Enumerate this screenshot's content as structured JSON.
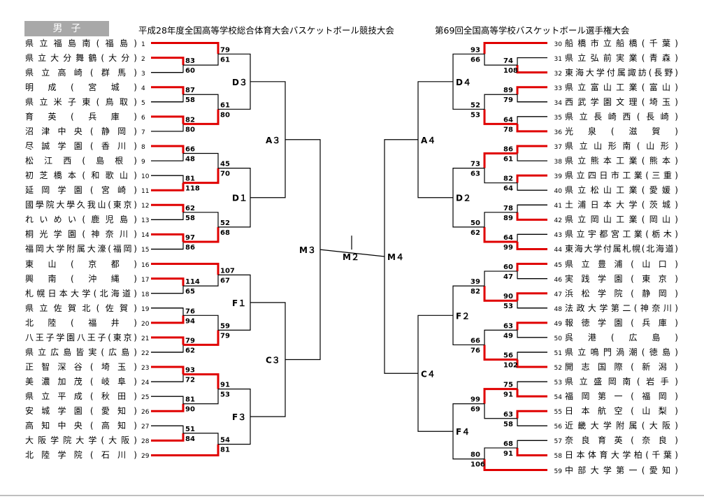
{
  "header": {
    "label": "男子",
    "title_left": "平成28年度全国高等学校総合体育大会バスケットボール競技大会",
    "title_right": "第69回全国高等学校バスケットボール選手権大会"
  },
  "colors": {
    "winner": "#e00000",
    "line": "#000000"
  },
  "left_teams": [
    {
      "num": "1",
      "name": "県立福島南(福島)"
    },
    {
      "num": "2",
      "name": "県立大分舞鶴(大分)"
    },
    {
      "num": "3",
      "name": "県立高崎(群馬)"
    },
    {
      "num": "4",
      "name": "明成(宮城)"
    },
    {
      "num": "5",
      "name": "県立米子東(鳥取)"
    },
    {
      "num": "6",
      "name": "育英(兵庫)"
    },
    {
      "num": "7",
      "name": "沼津中央(静岡)"
    },
    {
      "num": "8",
      "name": "尽誠学園(香川)"
    },
    {
      "num": "9",
      "name": "松江西(島根)"
    },
    {
      "num": "10",
      "name": "初芝橋本(和歌山)"
    },
    {
      "num": "11",
      "name": "延岡学園(宮崎)"
    },
    {
      "num": "12",
      "name": "國學院大學久我山(東京)"
    },
    {
      "num": "13",
      "name": "れいめい(鹿児島)"
    },
    {
      "num": "14",
      "name": "桐光学園(神奈川)"
    },
    {
      "num": "15",
      "name": "福岡大学附属大濠(福岡)"
    },
    {
      "num": "16",
      "name": "東山(京都)"
    },
    {
      "num": "17",
      "name": "興南(沖縄)"
    },
    {
      "num": "18",
      "name": "札幌日本大学(北海道)"
    },
    {
      "num": "19",
      "name": "県立佐賀北(佐賀)"
    },
    {
      "num": "20",
      "name": "北陸(福井)"
    },
    {
      "num": "21",
      "name": "八王子学園八王子(東京)"
    },
    {
      "num": "22",
      "name": "県立広島皆実(広島)"
    },
    {
      "num": "23",
      "name": "正智深谷(埼玉)"
    },
    {
      "num": "24",
      "name": "美濃加茂(岐阜)"
    },
    {
      "num": "25",
      "name": "県立平成(秋田)"
    },
    {
      "num": "26",
      "name": "安城学園(愛知)"
    },
    {
      "num": "27",
      "name": "高知中央(高知)"
    },
    {
      "num": "28",
      "name": "大阪学院大学(大阪)"
    },
    {
      "num": "29",
      "name": "北陸学院(石川)"
    }
  ],
  "right_teams": [
    {
      "num": "30",
      "name": "船橋市立船橋(千葉)"
    },
    {
      "num": "31",
      "name": "県立弘前実業(青森)"
    },
    {
      "num": "32",
      "name": "東海大学付属諏訪(長野)"
    },
    {
      "num": "33",
      "name": "県立富山工業(富山)"
    },
    {
      "num": "34",
      "name": "西武学園文理(埼玉)"
    },
    {
      "num": "35",
      "name": "県立長崎西(長崎)"
    },
    {
      "num": "36",
      "name": "光泉(滋賀)"
    },
    {
      "num": "37",
      "name": "県立山形南(山形)"
    },
    {
      "num": "38",
      "name": "県立熊本工業(熊本)"
    },
    {
      "num": "39",
      "name": "県立四日市工業(三重)"
    },
    {
      "num": "40",
      "name": "県立松山工業(愛媛)"
    },
    {
      "num": "41",
      "name": "土浦日本大学(茨城)"
    },
    {
      "num": "42",
      "name": "県立岡山工業(岡山)"
    },
    {
      "num": "43",
      "name": "県立宇都宮工業(栃木)"
    },
    {
      "num": "44",
      "name": "東海大学付属札幌(北海道)"
    },
    {
      "num": "45",
      "name": "県立豊浦(山口)"
    },
    {
      "num": "46",
      "name": "実践学園(東京)"
    },
    {
      "num": "47",
      "name": "浜松学院(静岡)"
    },
    {
      "num": "48",
      "name": "法政大学第二(神奈川)"
    },
    {
      "num": "49",
      "name": "報徳学園(兵庫)"
    },
    {
      "num": "50",
      "name": "呉港(広島)"
    },
    {
      "num": "51",
      "name": "県立鳴門渦潮(徳島)"
    },
    {
      "num": "52",
      "name": "開志国際(新潟)"
    },
    {
      "num": "53",
      "name": "県立盛岡南(岩手)"
    },
    {
      "num": "54",
      "name": "福岡第一(福岡)"
    },
    {
      "num": "55",
      "name": "日本航空(山梨)"
    },
    {
      "num": "56",
      "name": "近畿大学附属(大阪)"
    },
    {
      "num": "57",
      "name": "奈良育英(奈良)"
    },
    {
      "num": "58",
      "name": "日本体育大学柏(千葉)"
    },
    {
      "num": "59",
      "name": "中部大学第一(愛知)"
    }
  ],
  "round_labels": {
    "D3": "D３",
    "D1": "D１",
    "F1": "F１",
    "F3": "F３",
    "A3": "A３",
    "C3": "C３",
    "M3": "M３",
    "M2": "M２",
    "M4": "M４",
    "D4": "D４",
    "D2": "D２",
    "F2": "F２",
    "F4": "F４",
    "A4": "A４",
    "C4": "C４"
  },
  "scores": {
    "L_2v3": [
      "83",
      "60"
    ],
    "L_1v23": [
      "79",
      "61"
    ],
    "L_4v5": [
      "87",
      "58"
    ],
    "L_6v7": [
      "82",
      "80"
    ],
    "L_45v67": [
      "61",
      "80"
    ],
    "L_8v9": [
      "66",
      "48"
    ],
    "L_10v11": [
      "81",
      "118"
    ],
    "L_89v1011": [
      "45",
      "70"
    ],
    "L_12v13": [
      "62",
      "58"
    ],
    "L_14v15": [
      "97",
      "86"
    ],
    "L_1213v1415": [
      "52",
      "68"
    ],
    "L_17v18": [
      "114",
      "65"
    ],
    "L_16v1718": [
      "107",
      "67"
    ],
    "L_19v20": [
      "76",
      "94"
    ],
    "L_21v22": [
      "79",
      "62"
    ],
    "L_1920v2122": [
      "59",
      "79"
    ],
    "L_23v24": [
      "93",
      "72"
    ],
    "L_25v26": [
      "81",
      "90"
    ],
    "L_2324v2526": [
      "91",
      "53"
    ],
    "L_27v28": [
      "51",
      "84"
    ],
    "L_2728v29": [
      "54",
      "81"
    ],
    "R_31v32": [
      "74",
      "108"
    ],
    "R_30v3132": [
      "93",
      "66"
    ],
    "R_33v34": [
      "89",
      "79"
    ],
    "R_35v36": [
      "64",
      "78"
    ],
    "R_3334v3536": [
      "52",
      "53"
    ],
    "R_37v38": [
      "86",
      "61"
    ],
    "R_39v40": [
      "82",
      "64"
    ],
    "R_3738v3940": [
      "73",
      "63"
    ],
    "R_41v42": [
      "78",
      "89"
    ],
    "R_43v44": [
      "64",
      "99"
    ],
    "R_4142v4344": [
      "50",
      "62"
    ],
    "R_45v46": [
      "60",
      "47"
    ],
    "R_47v48": [
      "90",
      "53"
    ],
    "R_4546v4748": [
      "39",
      "82"
    ],
    "R_49v50": [
      "63",
      "49"
    ],
    "R_51v52": [
      "56",
      "102"
    ],
    "R_4950v5152": [
      "66",
      "76"
    ],
    "R_53v54": [
      "75",
      "91"
    ],
    "R_55v56": [
      "63",
      "58"
    ],
    "R_5354v5556": [
      "99",
      "69"
    ],
    "R_57v58": [
      "68",
      "91"
    ],
    "R_5758v59": [
      "80",
      "106"
    ]
  }
}
